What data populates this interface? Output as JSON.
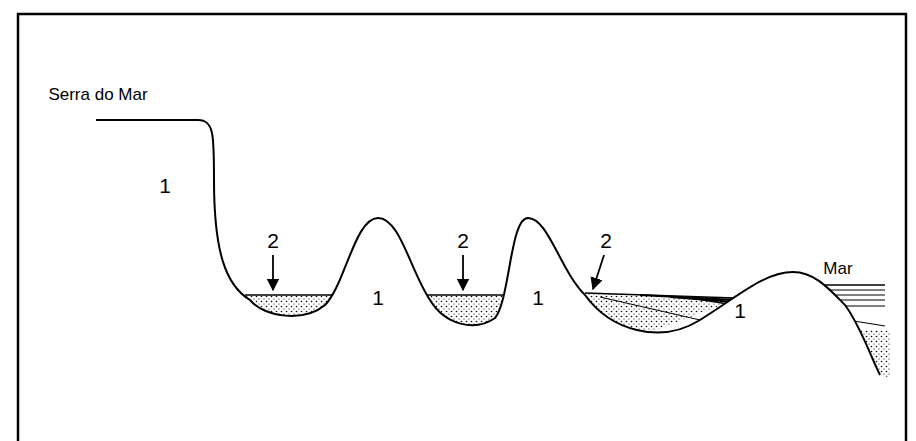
{
  "diagram": {
    "labels": [
      "Serra do Mar",
      "1",
      "2",
      "1",
      "2",
      "1",
      "2",
      "1",
      "Mar"
    ]
  }
}
